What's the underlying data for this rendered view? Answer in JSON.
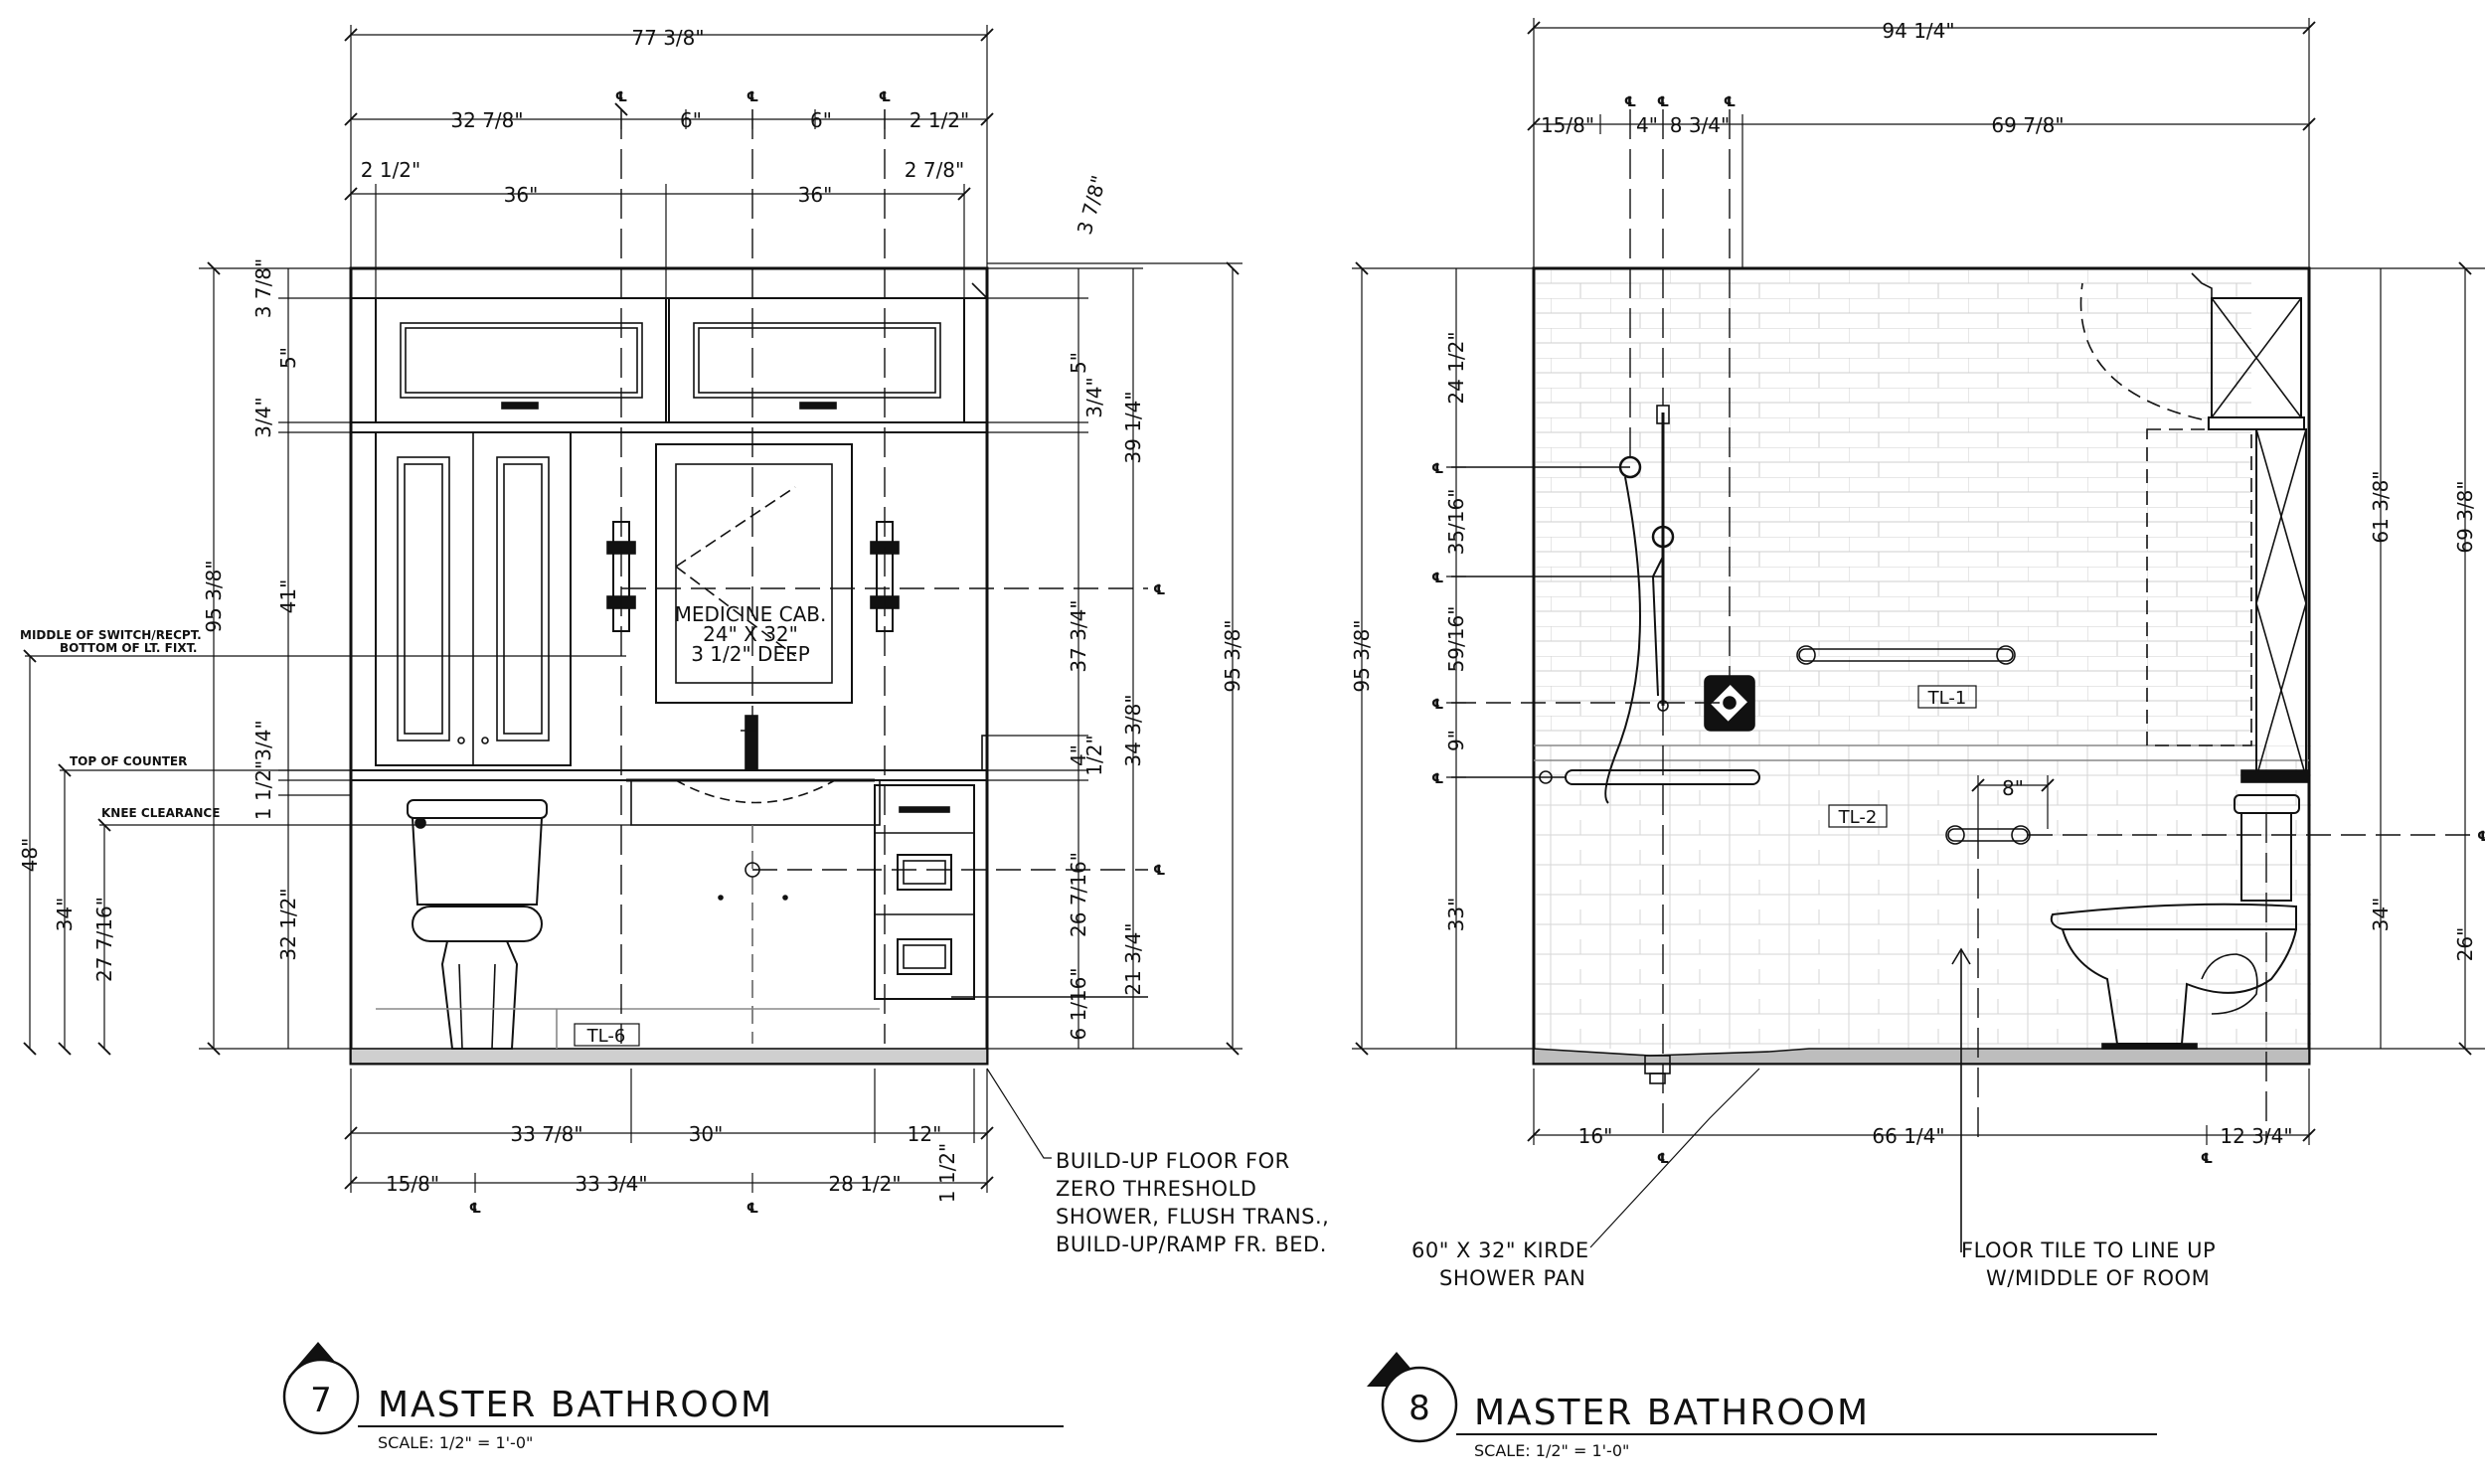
{
  "elevation_7": {
    "title": "MASTER BATHROOM",
    "number": "7",
    "scale": "SCALE: 1/2\" = 1'-0\"",
    "top_dims": {
      "overall": "77 3/8\"",
      "left_to_cl": "32 7/8\"",
      "cl_a": "6\"",
      "cl_b": "6\"",
      "right_end": "2 1/2\"",
      "left_gap": "2 1/2\"",
      "cab_left": "36\"",
      "cab_right": "36\"",
      "right_gap": "2 7/8\"",
      "crown": "3 7/8\""
    },
    "left_dims": {
      "total": "95 3/8\"",
      "crown": "3 7/8\"",
      "upper": "5\"",
      "band": "3/4\"",
      "tall": "41\"",
      "counter_band": "3/4\"",
      "counter_gap": "1 1/2\"",
      "base": "32 1/2\"",
      "to_switch": "48\"",
      "to_counter": "34\"",
      "knee": "27 7/16\""
    },
    "right_dims": {
      "upper": "5\"",
      "band": "3/4\"",
      "upper_total": "39 1/4\"",
      "mirror_cl": "37 3/4\"",
      "splash": "4\"",
      "splash_gap": "1/2\"",
      "counter_h": "34 3/8\"",
      "drawer": "26 7/16\"",
      "drawer_b": "21 3/4\"",
      "toe": "6 1/16\"",
      "overall": "95 3/8\""
    },
    "labels": {
      "switch_1": "MIDDLE OF SWITCH/RECPT.",
      "switch_2": "BOTTOM OF LT. FIXT.",
      "counter": "TOP OF COUNTER",
      "knee": "KNEE CLEARANCE",
      "med_1": "MEDICINE CAB.",
      "med_2": "24\" X 32\"",
      "med_3": "3 1/2\" DEEP",
      "tile": "TL-6"
    },
    "bottom_dims": {
      "toilet": "33 7/8\"",
      "sink": "30\"",
      "drawer": "12\"",
      "end": "1 1/2\"",
      "row2_a": "15/8\"",
      "row2_b": "33 3/4\"",
      "row2_c": "28 1/2\""
    },
    "note": [
      "BUILD-UP FLOOR FOR",
      "ZERO THRESHOLD",
      "SHOWER, FLUSH TRANS.,",
      "BUILD-UP/RAMP FR. BED."
    ]
  },
  "elevation_8": {
    "title": "MASTER BATHROOM",
    "number": "8",
    "scale": "SCALE: 1/2\" = 1'-0\"",
    "top_dims": {
      "overall": "94 1/4\"",
      "a": "15/8\"",
      "b": "4\"",
      "c": "8 3/4\"",
      "d": "69 7/8\""
    },
    "left_dims": {
      "total": "95 3/8\"",
      "a": "24 1/2\"",
      "b": "35/16\"",
      "c": "59/16\"",
      "d": "9\"",
      "e": "33\""
    },
    "right_dims": {
      "door": "61 3/8\"",
      "overall": "69 3/8\"",
      "toilet": "34\"",
      "bar": "26\""
    },
    "bottom_dims": {
      "a": "16\"",
      "b": "66 1/4\"",
      "c": "12 3/4\"",
      "bar": "8\""
    },
    "labels": {
      "tile_1": "TL-1",
      "tile_2": "TL-2",
      "pan_1": "60\" X 32\" KIRDE",
      "pan_2": "SHOWER PAN",
      "floor_1": "FLOOR TILE TO LINE UP",
      "floor_2": "W/MIDDLE OF ROOM"
    }
  },
  "centerline_mark": "℄"
}
